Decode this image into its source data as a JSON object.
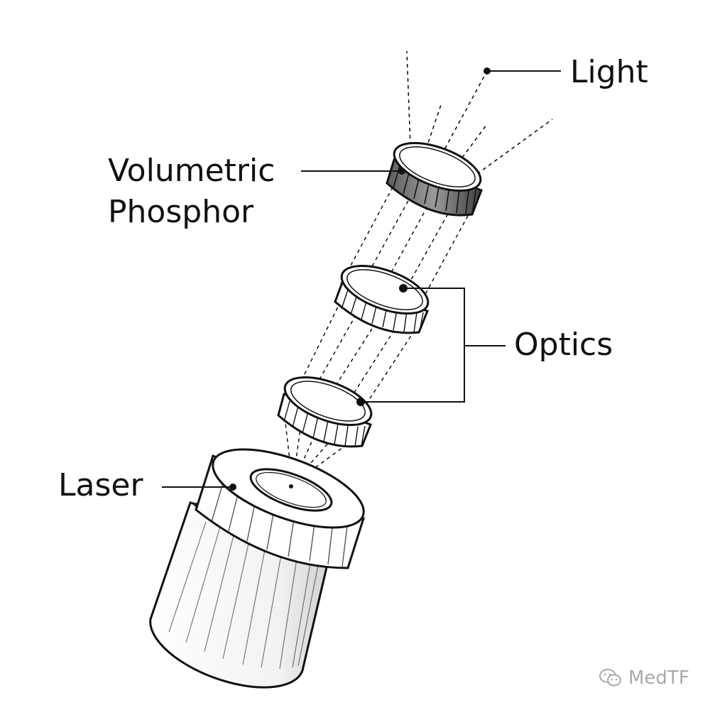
{
  "labels": {
    "light": "Light",
    "phosphor_line1": "Volumetric",
    "phosphor_line2": "Phosphor",
    "optics": "Optics",
    "laser": "Laser"
  },
  "watermark": {
    "text": "MedTF",
    "icon": "wechat-icon"
  },
  "colors": {
    "ink": "#111111",
    "fill": "#ffffff",
    "watermark": "#a9a9a9",
    "phosphor_shade": "#6b6b6b"
  }
}
